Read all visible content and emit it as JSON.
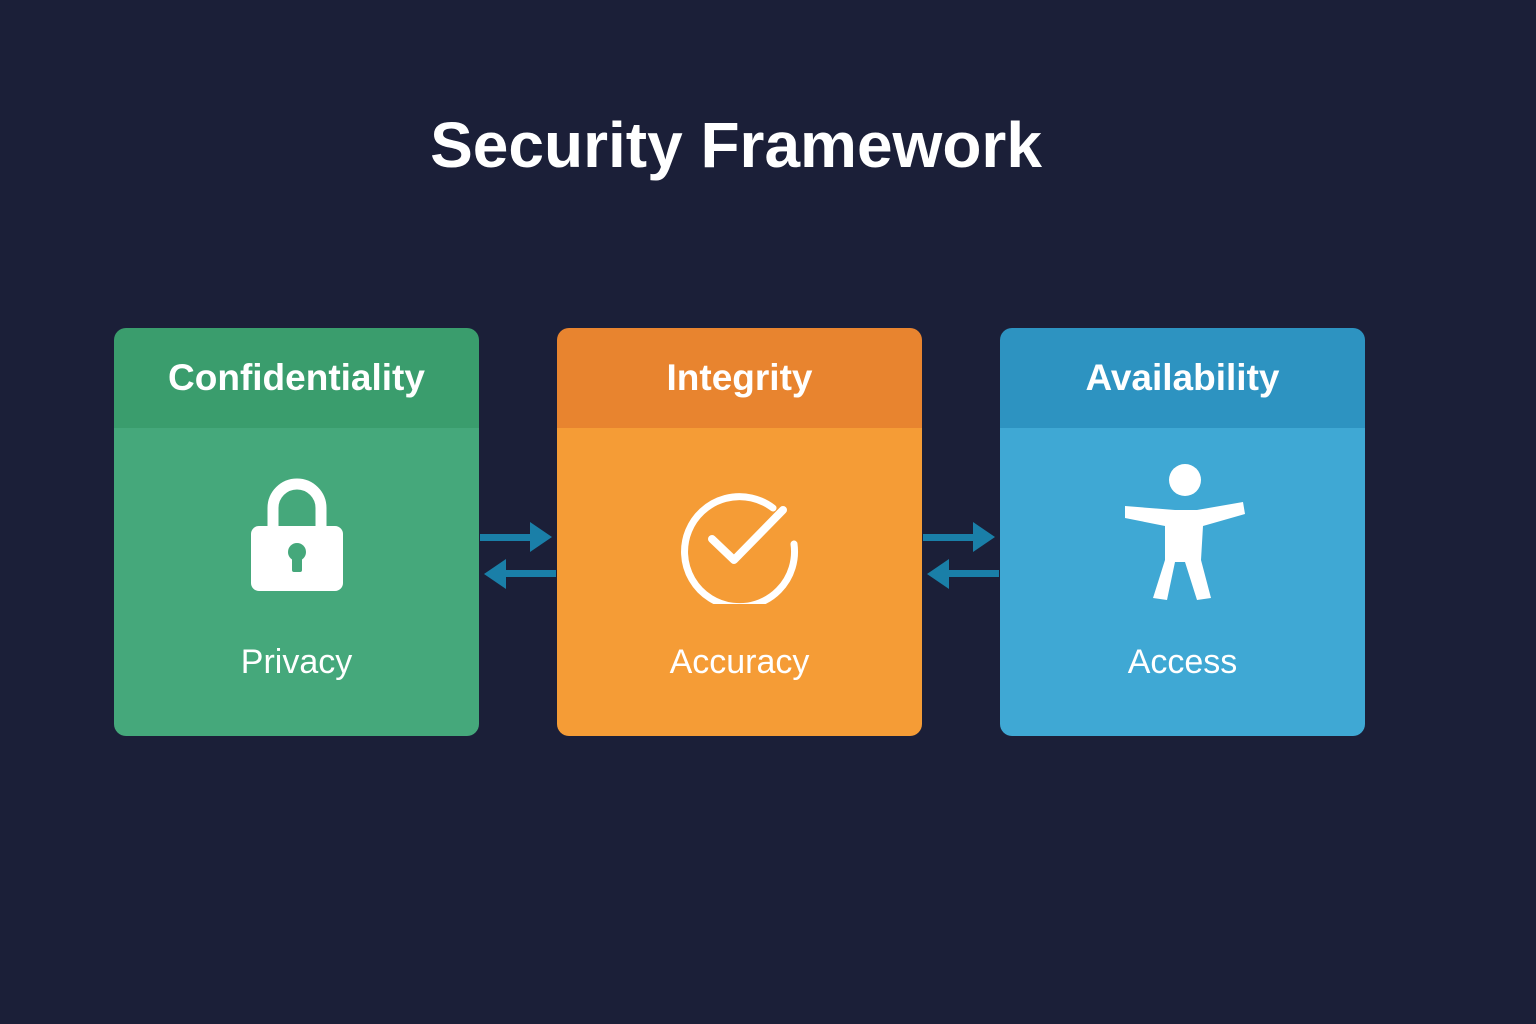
{
  "title": "Security Framework",
  "colors": {
    "background": "#1b1f38",
    "confidentiality": "#45a87b",
    "integrity": "#f59c36",
    "availability": "#3fa8d4",
    "arrow": "#1a7fa8"
  },
  "cards": [
    {
      "title": "Confidentiality",
      "icon": "lock-icon",
      "subtitle": "Privacy"
    },
    {
      "title": "Integrity",
      "icon": "check-circle-icon",
      "subtitle": "Accuracy"
    },
    {
      "title": "Availability",
      "icon": "accessibility-person-icon",
      "subtitle": "Access"
    }
  ],
  "connectors": [
    {
      "from": "Confidentiality",
      "to": "Integrity",
      "direction": "bidirectional"
    },
    {
      "from": "Integrity",
      "to": "Availability",
      "direction": "bidirectional"
    }
  ]
}
